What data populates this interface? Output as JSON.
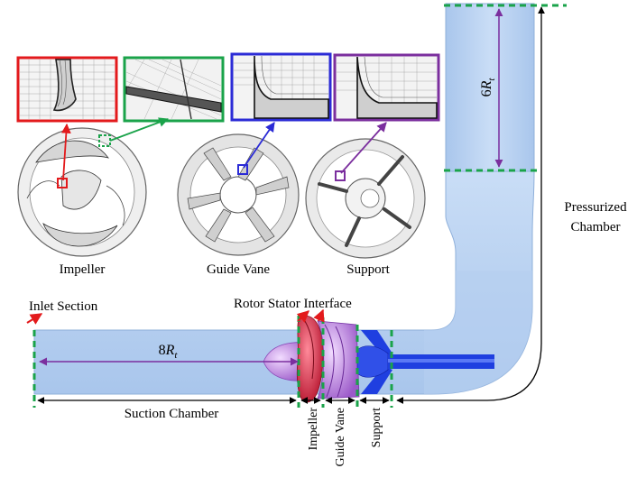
{
  "labels": {
    "impeller": "Impeller",
    "guide_vane": "Guide Vane",
    "support": "Support",
    "inlet_section": "Inlet Section",
    "rotor_stator_interface": "Rotor Stator Interface",
    "suction_chamber": "Suction Chamber",
    "pressurized_chamber_line1": "Pressurized",
    "pressurized_chamber_line2": "Chamber",
    "impeller_vertical": "Impeller",
    "guide_vane_vertical": "Guide Vane",
    "support_vertical": "Support"
  },
  "dimensions": {
    "inlet_length": {
      "coef": "8",
      "var": "R",
      "sub": "t"
    },
    "outlet_length": {
      "coef": "6",
      "var": "R",
      "sub": "t"
    }
  },
  "colors": {
    "pipe_fill": "#b9d3f2",
    "pipe_stroke": "#8fb0da",
    "section_dash": "#1aa34a",
    "dimension_line": "#7b2f9e",
    "zoom_impeller": "#e31a1c",
    "zoom_impeller_detail": "#1aa34a",
    "zoom_guide_vane": "#2b2bd6",
    "zoom_support": "#7b2f9e",
    "impeller_body": "#e0243c",
    "hub_body": "#b97ee0",
    "support_body": "#1f3fe0"
  }
}
